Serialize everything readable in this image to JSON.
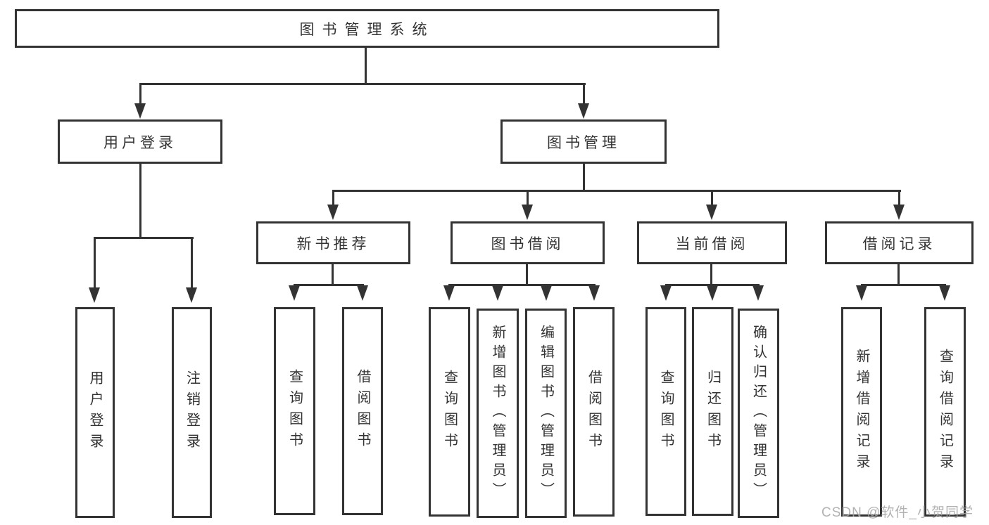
{
  "colors": {
    "background": "#ffffff",
    "line": "#333333",
    "box_border": "#333333",
    "text": "#333333",
    "watermark": "#a5a5a5"
  },
  "tree": {
    "root": {
      "label": "图书管理系统"
    },
    "user_login": {
      "label": "用户登录",
      "children": [
        {
          "label": "用户登录"
        },
        {
          "label": "注销登录"
        }
      ]
    },
    "book_management": {
      "label": "图书管理",
      "sections": [
        {
          "label": "新书推荐",
          "children": [
            {
              "label": "查询图书"
            },
            {
              "label": "借阅图书"
            }
          ]
        },
        {
          "label": "图书借阅",
          "children": [
            {
              "label": "查询图书"
            },
            {
              "label": "新增图书（管理员）"
            },
            {
              "label": "编辑图书（管理员）"
            },
            {
              "label": "借阅图书"
            }
          ]
        },
        {
          "label": "当前借阅",
          "children": [
            {
              "label": "查询图书"
            },
            {
              "label": "归还图书"
            },
            {
              "label": "确认归还（管理员）"
            }
          ]
        },
        {
          "label": "借阅记录",
          "children": [
            {
              "label": "新增借阅记录"
            },
            {
              "label": "查询借阅记录"
            }
          ]
        }
      ]
    }
  },
  "watermark": {
    "text": "CSDN @软件_小贺同学"
  }
}
